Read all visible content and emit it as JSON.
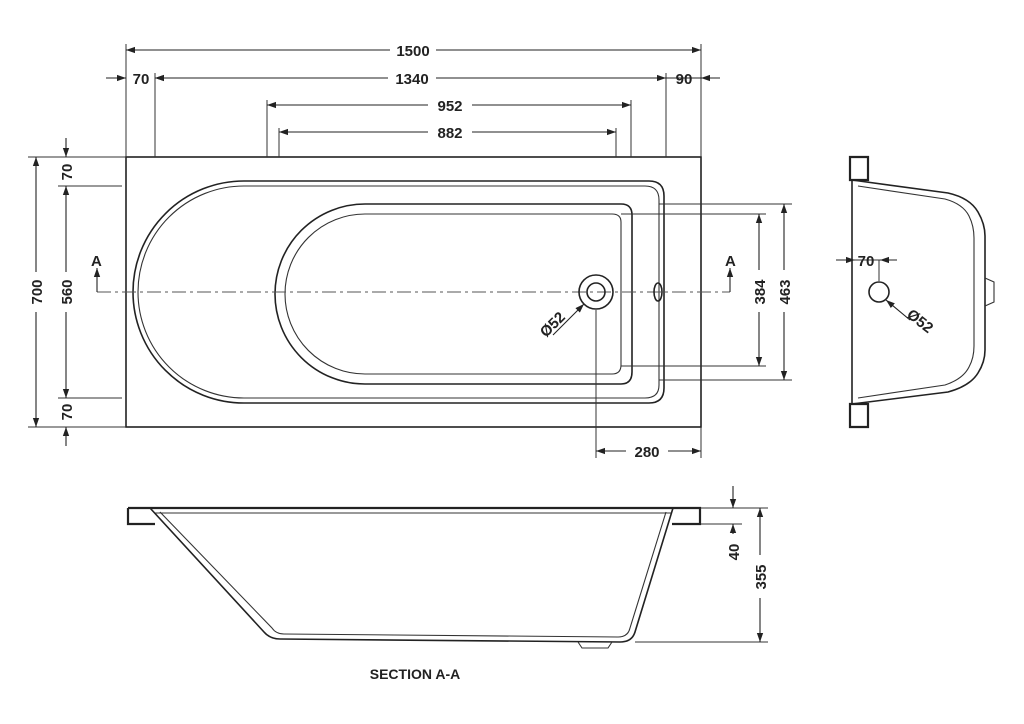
{
  "dimensions": {
    "overall_length": "1500",
    "left_rim": "70",
    "inner_length": "1340",
    "right_rim": "90",
    "length_952": "952",
    "length_882": "882",
    "overall_width": "700",
    "inner_width": "560",
    "top_rim": "70",
    "bottom_rim": "70",
    "width_384": "384",
    "width_463": "463",
    "waste_offset": "280",
    "waste_diameter": "Ø52",
    "end_offset": "70",
    "end_waste_diameter": "Ø52",
    "rim_depth": "40",
    "overall_depth": "355"
  },
  "section_markers": {
    "left": "A",
    "right": "A"
  },
  "section_title": "SECTION A-A"
}
